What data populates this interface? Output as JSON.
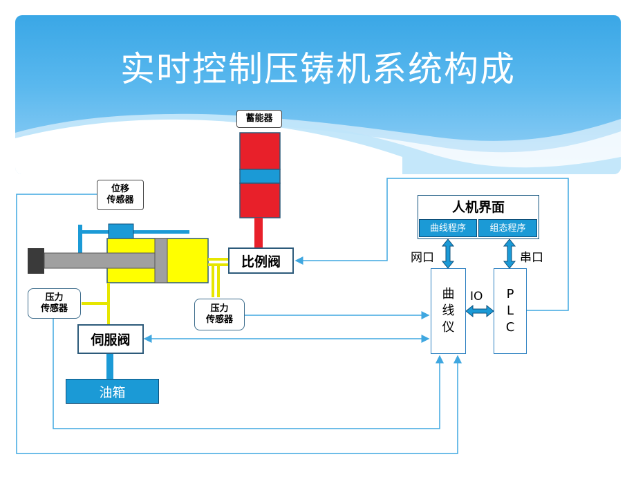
{
  "title": "实时控制压铸机系统构成",
  "labels": {
    "accumulator": "蓄能器",
    "displacement_sensor": "位移\n传感器",
    "proportional_valve": "比例阀",
    "pressure_sensor_left": "压力\n传感器",
    "pressure_sensor_mid": "压力\n传感器",
    "servo_valve": "伺服阀",
    "oil_tank": "油箱",
    "hmi": "人机界面",
    "curve_program": "曲线程序",
    "config_program": "组态程序",
    "network_port": "网口",
    "serial_port": "串口",
    "curve_instrument": "曲\n线\n仪",
    "io": "IO",
    "plc": "P\nL\nC"
  },
  "colors": {
    "header_blue": "#3aa7e6",
    "cylinder_yellow": "#ffff00",
    "accumulator_red": "#e8202a",
    "component_blue": "#1b9ad6",
    "line_blue": "#3fa7e0",
    "pipe_yellow": "#e6e600",
    "rod_gray": "#a0a0a0"
  }
}
